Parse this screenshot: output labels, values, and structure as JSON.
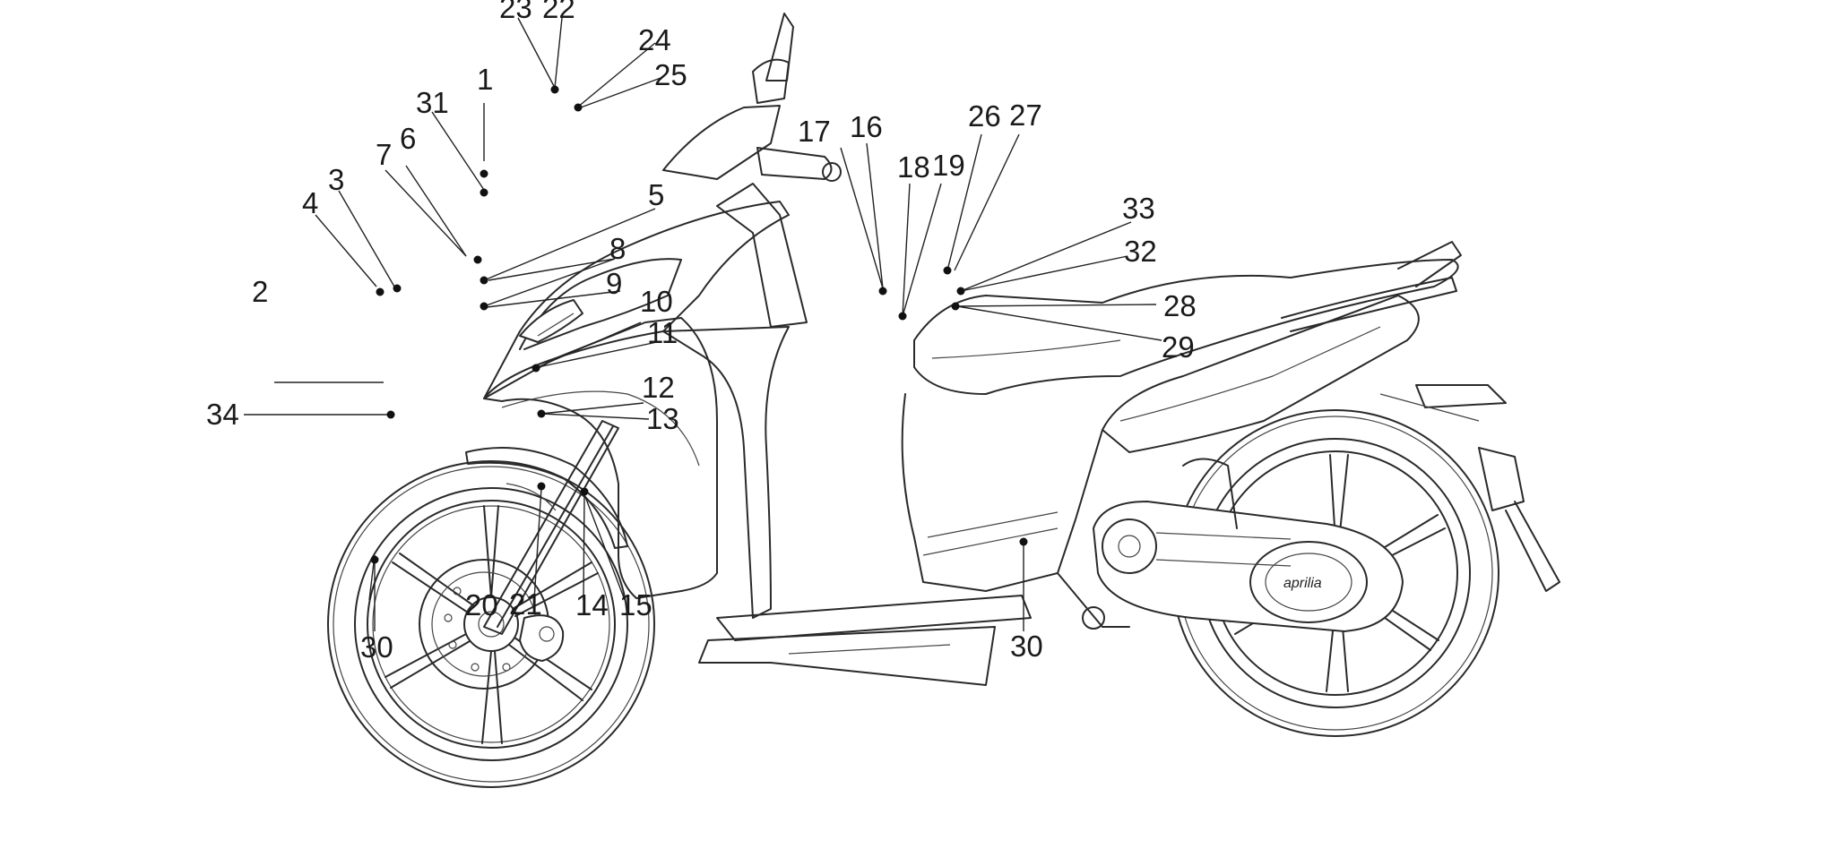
{
  "diagram": {
    "subject": "scooter-side-view",
    "brand_mark": "aprilia",
    "callouts": [
      {
        "id": "c1",
        "label": "1"
      },
      {
        "id": "c2",
        "label": "2"
      },
      {
        "id": "c3",
        "label": "3"
      },
      {
        "id": "c4",
        "label": "4"
      },
      {
        "id": "c5",
        "label": "5"
      },
      {
        "id": "c6",
        "label": "6"
      },
      {
        "id": "c7",
        "label": "7"
      },
      {
        "id": "c8",
        "label": "8"
      },
      {
        "id": "c9",
        "label": "9"
      },
      {
        "id": "c10",
        "label": "10"
      },
      {
        "id": "c11",
        "label": "11"
      },
      {
        "id": "c12",
        "label": "12"
      },
      {
        "id": "c13",
        "label": "13"
      },
      {
        "id": "c14",
        "label": "14"
      },
      {
        "id": "c15",
        "label": "15"
      },
      {
        "id": "c16",
        "label": "16"
      },
      {
        "id": "c17",
        "label": "17"
      },
      {
        "id": "c18",
        "label": "18"
      },
      {
        "id": "c19",
        "label": "19"
      },
      {
        "id": "c20",
        "label": "20"
      },
      {
        "id": "c21",
        "label": "21"
      },
      {
        "id": "c22",
        "label": "22"
      },
      {
        "id": "c23",
        "label": "23"
      },
      {
        "id": "c24",
        "label": "24"
      },
      {
        "id": "c25",
        "label": "25"
      },
      {
        "id": "c26",
        "label": "26"
      },
      {
        "id": "c27",
        "label": "27"
      },
      {
        "id": "c28",
        "label": "28"
      },
      {
        "id": "c29",
        "label": "29"
      },
      {
        "id": "c30a",
        "label": "30"
      },
      {
        "id": "c30b",
        "label": "30"
      },
      {
        "id": "c31",
        "label": "31"
      },
      {
        "id": "c32",
        "label": "32"
      },
      {
        "id": "c33",
        "label": "33"
      },
      {
        "id": "c34",
        "label": "34"
      }
    ]
  }
}
